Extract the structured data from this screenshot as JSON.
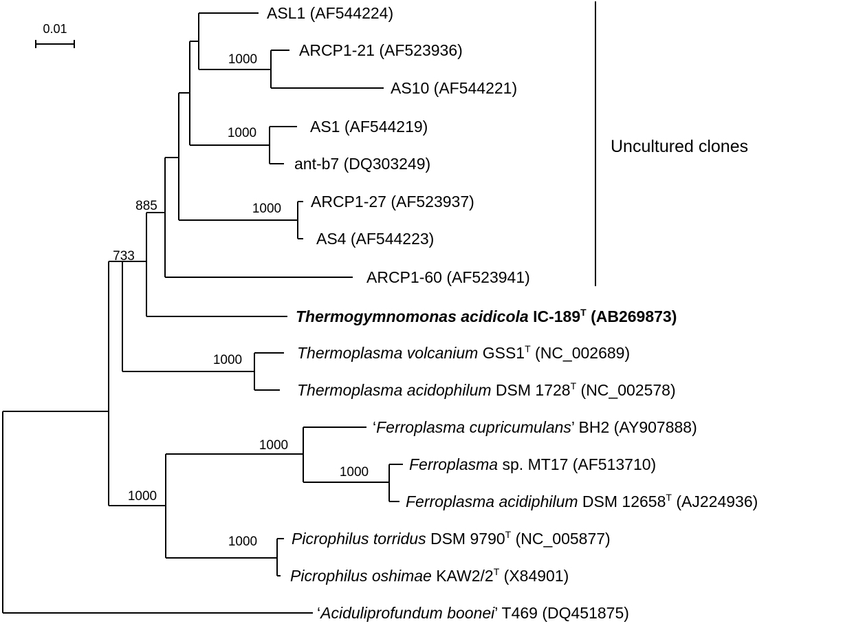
{
  "scale_bar": {
    "label": "0.01"
  },
  "group_label": "Uncultured clones",
  "bootstrap": [
    {
      "id": "b_arcp1_21_as10",
      "value": "1000"
    },
    {
      "id": "b_as1_antb7",
      "value": "1000"
    },
    {
      "id": "b_arcp1_27_as4",
      "value": "1000"
    },
    {
      "id": "b_clones",
      "value": "885"
    },
    {
      "id": "b_thermoplasma_group",
      "value": "733"
    },
    {
      "id": "b_thermoplasma_pair",
      "value": "1000"
    },
    {
      "id": "b_ferro_group",
      "value": "1000"
    },
    {
      "id": "b_ferro_pair",
      "value": "1000"
    },
    {
      "id": "b_ferro_picro",
      "value": "1000"
    },
    {
      "id": "b_picro_pair",
      "value": "1000"
    }
  ],
  "taxa": [
    {
      "id": "asl1",
      "parts": [
        {
          "t": "ASL1 (AF544224)"
        }
      ]
    },
    {
      "id": "arcp1_21",
      "parts": [
        {
          "t": "ARCP1-21 (AF523936)"
        }
      ]
    },
    {
      "id": "as10",
      "parts": [
        {
          "t": "AS10 (AF544221)"
        }
      ]
    },
    {
      "id": "as1",
      "parts": [
        {
          "t": "AS1 (AF544219)"
        }
      ]
    },
    {
      "id": "antb7",
      "parts": [
        {
          "t": "ant-b7 (DQ303249)"
        }
      ]
    },
    {
      "id": "arcp1_27",
      "parts": [
        {
          "t": "ARCP1-27 (AF523937)"
        }
      ]
    },
    {
      "id": "as4",
      "parts": [
        {
          "t": "AS4 (AF544223)"
        }
      ]
    },
    {
      "id": "arcp1_60",
      "parts": [
        {
          "t": "ARCP1-60 (AF523941)"
        }
      ]
    },
    {
      "id": "thermogymno",
      "parts": [
        {
          "t": "Thermogymnomonas acidicola",
          "i": true,
          "b": true
        },
        {
          "t": " IC-189",
          "b": true
        },
        {
          "t": "T",
          "sup": true,
          "b": true
        },
        {
          "t": " (AB269873)",
          "b": true
        }
      ]
    },
    {
      "id": "t_volcanium",
      "parts": [
        {
          "t": "Thermoplasma volcanium",
          "i": true
        },
        {
          "t": " GSS1"
        },
        {
          "t": "T",
          "sup": true
        },
        {
          "t": " (NC_002689)"
        }
      ]
    },
    {
      "id": "t_acidophilum",
      "parts": [
        {
          "t": "Thermoplasma acidophilum",
          "i": true
        },
        {
          "t": " DSM 1728"
        },
        {
          "t": "T",
          "sup": true
        },
        {
          "t": " (NC_002578)"
        }
      ]
    },
    {
      "id": "f_cupric",
      "parts": [
        {
          "t": "‘"
        },
        {
          "t": "Ferroplasma cupricumulans",
          "i": true
        },
        {
          "t": "’ BH2 (AY907888)"
        }
      ]
    },
    {
      "id": "f_mt17",
      "parts": [
        {
          "t": "Ferroplasma",
          "i": true
        },
        {
          "t": " sp. MT17 (AF513710)"
        }
      ]
    },
    {
      "id": "f_acidiph",
      "parts": [
        {
          "t": "Ferroplasma acidiphilum",
          "i": true
        },
        {
          "t": " DSM 12658"
        },
        {
          "t": "T",
          "sup": true
        },
        {
          "t": " (AJ224936)"
        }
      ]
    },
    {
      "id": "p_torridus",
      "parts": [
        {
          "t": "Picrophilus torridus",
          "i": true
        },
        {
          "t": " DSM 9790"
        },
        {
          "t": "T",
          "sup": true
        },
        {
          "t": " (NC_005877)"
        }
      ]
    },
    {
      "id": "p_oshimae",
      "parts": [
        {
          "t": "Picrophilus oshimae",
          "i": true
        },
        {
          "t": " KAW2/2"
        },
        {
          "t": "T",
          "sup": true
        },
        {
          "t": " (X84901)"
        }
      ]
    },
    {
      "id": "aciduli",
      "parts": [
        {
          "t": "‘"
        },
        {
          "t": "Aciduliprofundum boonei",
          "i": true
        },
        {
          "t": "’ T469 (DQ451875)"
        }
      ]
    }
  ]
}
